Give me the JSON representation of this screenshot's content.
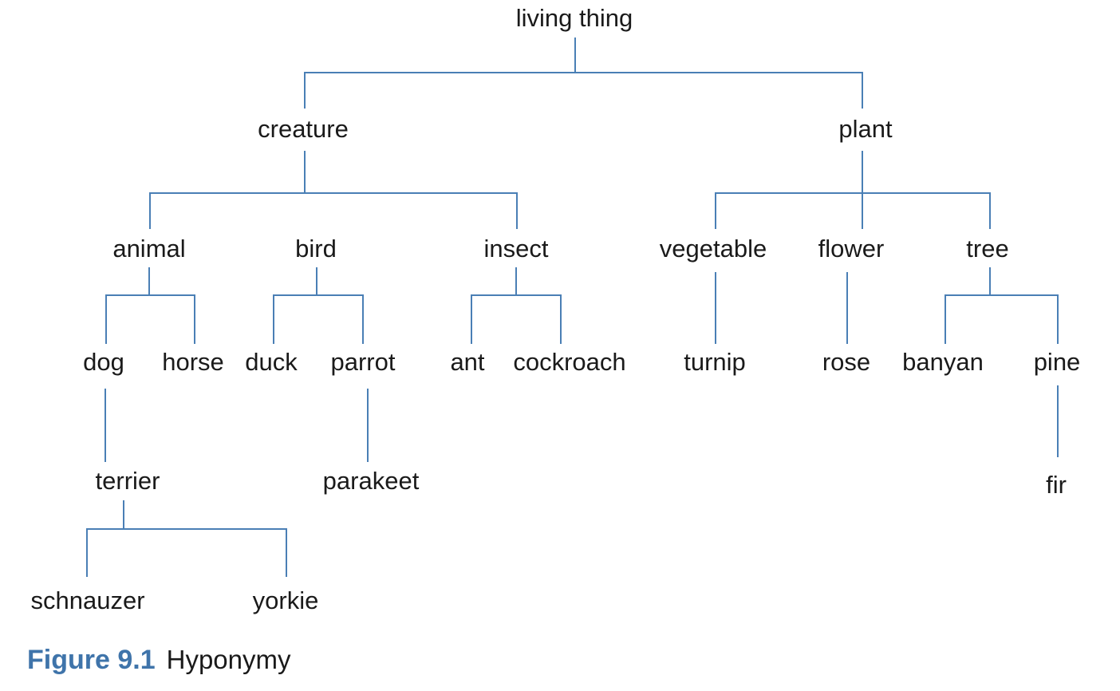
{
  "diagram": {
    "nodes": {
      "living_thing": "living thing",
      "creature": "creature",
      "plant": "plant",
      "animal": "animal",
      "bird": "bird",
      "insect": "insect",
      "vegetable": "vegetable",
      "flower": "flower",
      "tree": "tree",
      "dog": "dog",
      "horse": "horse",
      "duck": "duck",
      "parrot": "parrot",
      "ant": "ant",
      "cockroach": "cockroach",
      "turnip": "turnip",
      "rose": "rose",
      "banyan": "banyan",
      "pine": "pine",
      "terrier": "terrier",
      "parakeet": "parakeet",
      "fir": "fir",
      "schnauzer": "schnauzer",
      "yorkie": "yorkie"
    },
    "edges": [
      [
        "living_thing",
        "creature"
      ],
      [
        "living_thing",
        "plant"
      ],
      [
        "creature",
        "animal"
      ],
      [
        "creature",
        "bird"
      ],
      [
        "creature",
        "insect"
      ],
      [
        "plant",
        "vegetable"
      ],
      [
        "plant",
        "flower"
      ],
      [
        "plant",
        "tree"
      ],
      [
        "animal",
        "dog"
      ],
      [
        "animal",
        "horse"
      ],
      [
        "bird",
        "duck"
      ],
      [
        "bird",
        "parrot"
      ],
      [
        "insect",
        "ant"
      ],
      [
        "insect",
        "cockroach"
      ],
      [
        "vegetable",
        "turnip"
      ],
      [
        "flower",
        "rose"
      ],
      [
        "tree",
        "banyan"
      ],
      [
        "tree",
        "pine"
      ],
      [
        "dog",
        "terrier"
      ],
      [
        "parrot",
        "parakeet"
      ],
      [
        "pine",
        "fir"
      ],
      [
        "terrier",
        "schnauzer"
      ],
      [
        "terrier",
        "yorkie"
      ]
    ],
    "line_color": "#4a7fb5",
    "text_color": "#1a1a1a"
  },
  "caption": {
    "number": "Figure 9.1",
    "title": "Hyponymy",
    "number_color": "#3f74aa"
  }
}
